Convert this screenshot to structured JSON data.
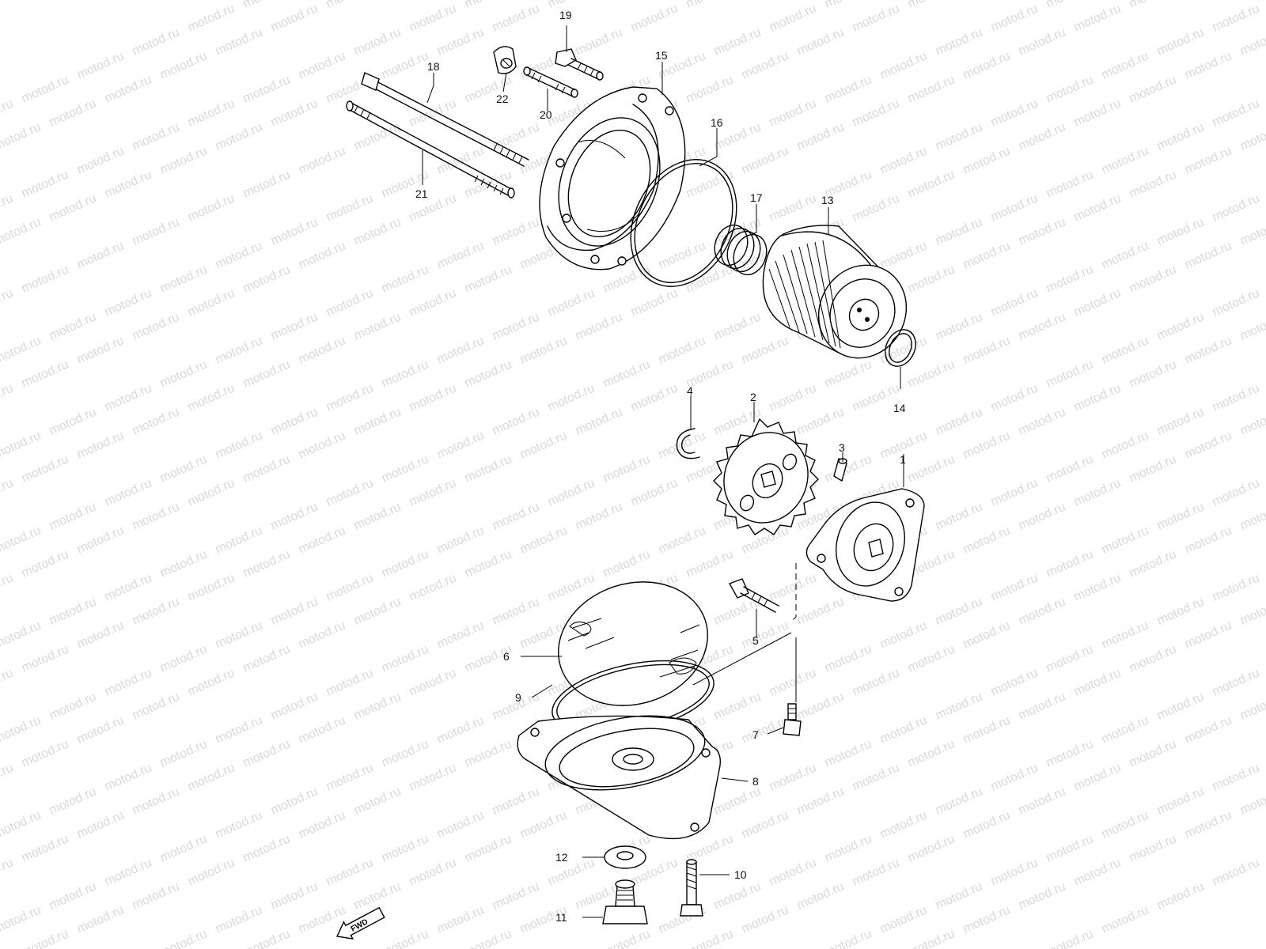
{
  "watermark": {
    "text": "motod.ru"
  },
  "fwd_badge": {
    "label": "FWD"
  },
  "callouts": [
    {
      "id": "1",
      "label": "1"
    },
    {
      "id": "2",
      "label": "2"
    },
    {
      "id": "3",
      "label": "3"
    },
    {
      "id": "4",
      "label": "4"
    },
    {
      "id": "5",
      "label": "5"
    },
    {
      "id": "6",
      "label": "6"
    },
    {
      "id": "7",
      "label": "7"
    },
    {
      "id": "8",
      "label": "8"
    },
    {
      "id": "9",
      "label": "9"
    },
    {
      "id": "10",
      "label": "10"
    },
    {
      "id": "11",
      "label": "11"
    },
    {
      "id": "12",
      "label": "12"
    },
    {
      "id": "13",
      "label": "13"
    },
    {
      "id": "14",
      "label": "14"
    },
    {
      "id": "15",
      "label": "15"
    },
    {
      "id": "16",
      "label": "16"
    },
    {
      "id": "17",
      "label": "17"
    },
    {
      "id": "18",
      "label": "18"
    },
    {
      "id": "19",
      "label": "19"
    },
    {
      "id": "20",
      "label": "20"
    },
    {
      "id": "21",
      "label": "21"
    },
    {
      "id": "22",
      "label": "22"
    }
  ]
}
